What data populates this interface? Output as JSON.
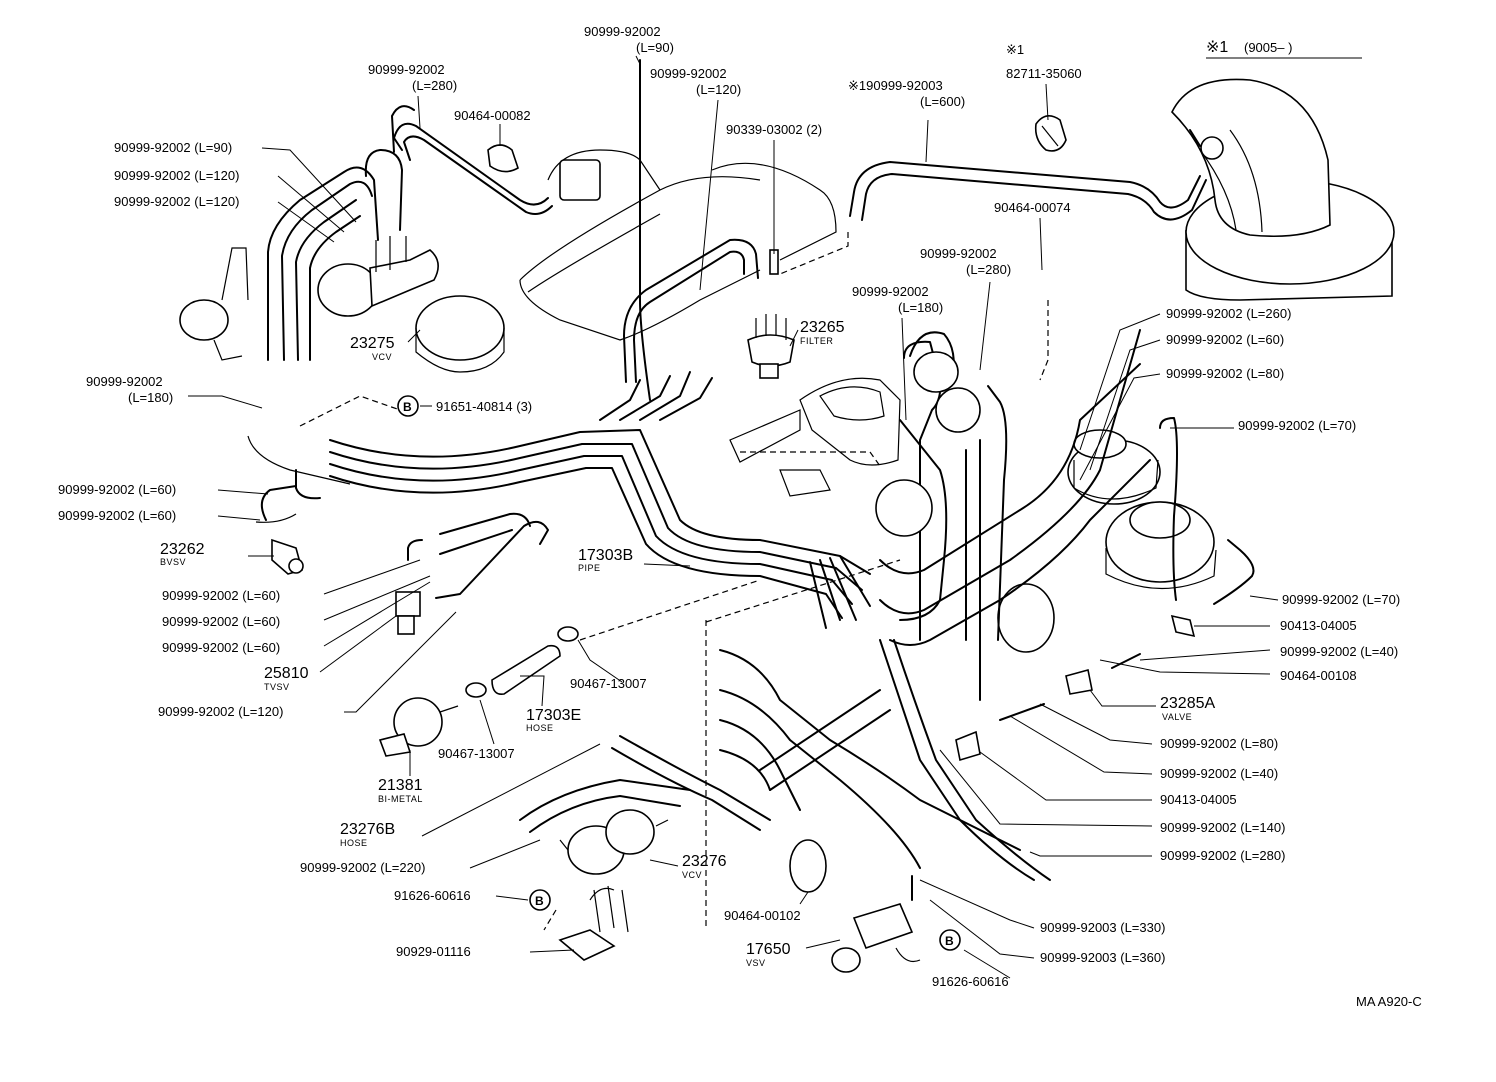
{
  "header_note": {
    "mark": "※1",
    "range": "(9005–        )"
  },
  "footer_code": "MA A920-C",
  "callouts": [
    {
      "part": "90999-92002",
      "qual": "(L=90)"
    },
    {
      "part": "90999-92002",
      "qual": "(L=280)"
    },
    {
      "part": "90999-92002",
      "qual": "(L=120)"
    },
    {
      "part": "90464-00082",
      "qual": ""
    },
    {
      "part": "90339-03002 (2)",
      "qual": ""
    },
    {
      "part": "※190999-92003",
      "qual": "(L=600)"
    },
    {
      "part": "※1",
      "qual": ""
    },
    {
      "part": "82711-35060",
      "qual": ""
    },
    {
      "part": "90464-00074",
      "qual": ""
    },
    {
      "part": "90999-92002",
      "qual": "(L=280)"
    },
    {
      "part": "90999-92002",
      "qual": "(L=180)"
    },
    {
      "part": "90999-92002 (L=90)",
      "qual": ""
    },
    {
      "part": "90999-92002 (L=120)",
      "qual": ""
    },
    {
      "part": "90999-92002 (L=120)",
      "qual": ""
    },
    {
      "part": "23275",
      "qual": "VCV"
    },
    {
      "part": "23265",
      "qual": "FILTER"
    },
    {
      "part": "90999-92002",
      "qual": "(L=180)"
    },
    {
      "part": "91651-40814 (3)",
      "qual": ""
    },
    {
      "part": "90999-92002 (L=260)",
      "qual": ""
    },
    {
      "part": "90999-92002 (L=60)",
      "qual": ""
    },
    {
      "part": "90999-92002 (L=80)",
      "qual": ""
    },
    {
      "part": "90999-92002 (L=70)",
      "qual": ""
    },
    {
      "part": "90999-92002 (L=60)",
      "qual": ""
    },
    {
      "part": "90999-92002 (L=60)",
      "qual": ""
    },
    {
      "part": "23262",
      "qual": "BVSV"
    },
    {
      "part": "17303B",
      "qual": "PIPE"
    },
    {
      "part": "90999-92002 (L=60)",
      "qual": ""
    },
    {
      "part": "90999-92002 (L=60)",
      "qual": ""
    },
    {
      "part": "90999-92002 (L=60)",
      "qual": ""
    },
    {
      "part": "25810",
      "qual": "TVSV"
    },
    {
      "part": "90999-92002 (L=120)",
      "qual": ""
    },
    {
      "part": "90467-13007",
      "qual": ""
    },
    {
      "part": "17303E",
      "qual": "HOSE"
    },
    {
      "part": "90467-13007",
      "qual": ""
    },
    {
      "part": "21381",
      "qual": "BI-METAL"
    },
    {
      "part": "90999-92002 (L=70)",
      "qual": ""
    },
    {
      "part": "90413-04005",
      "qual": ""
    },
    {
      "part": "90999-92002 (L=40)",
      "qual": ""
    },
    {
      "part": "90464-00108",
      "qual": ""
    },
    {
      "part": "23285A",
      "qual": "VALVE"
    },
    {
      "part": "90999-92002 (L=80)",
      "qual": ""
    },
    {
      "part": "90999-92002 (L=40)",
      "qual": ""
    },
    {
      "part": "90413-04005",
      "qual": ""
    },
    {
      "part": "90999-92002 (L=140)",
      "qual": ""
    },
    {
      "part": "90999-92002 (L=280)",
      "qual": ""
    },
    {
      "part": "23276B",
      "qual": "HOSE"
    },
    {
      "part": "90999-92002 (L=220)",
      "qual": ""
    },
    {
      "part": "23276",
      "qual": "VCV"
    },
    {
      "part": "91626-60616",
      "qual": ""
    },
    {
      "part": "90929-01116",
      "qual": ""
    },
    {
      "part": "90464-00102",
      "qual": ""
    },
    {
      "part": "17650",
      "qual": "VSV"
    },
    {
      "part": "91626-60616",
      "qual": ""
    },
    {
      "part": "90999-92003 (L=330)",
      "qual": ""
    },
    {
      "part": "90999-92003 (L=360)",
      "qual": ""
    }
  ],
  "circle_marks": [
    "B",
    "B",
    "B"
  ]
}
